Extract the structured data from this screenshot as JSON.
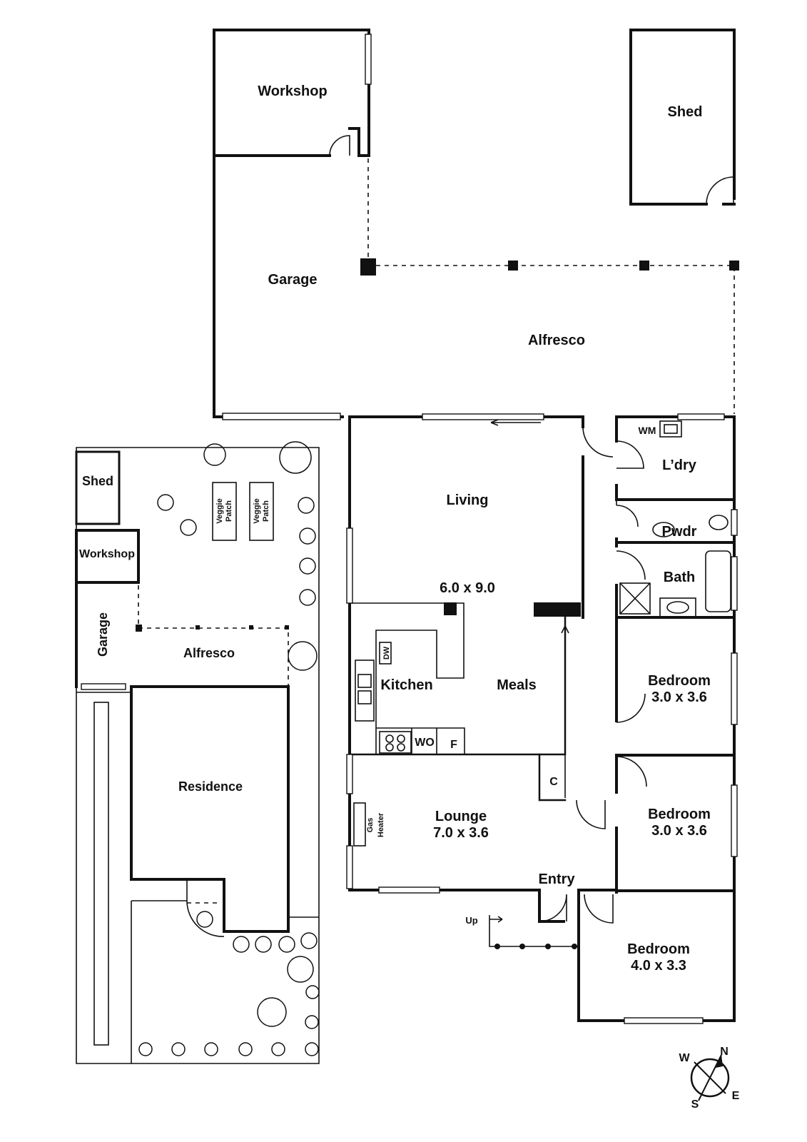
{
  "rooms": {
    "workshop": "Workshop",
    "shed": "Shed",
    "garage": "Garage",
    "alfresco": "Alfresco",
    "living": "Living",
    "living_dims": "6.0 x 9.0",
    "laundry": "L’dry",
    "wm": "WM",
    "powder": "Pwdr",
    "bath": "Bath",
    "kitchen": "Kitchen",
    "dw": "DW",
    "wo": "WO",
    "fridge": "F",
    "meals": "Meals",
    "bedroom1": "Bedroom",
    "bedroom1_dims": "3.0 x 3.6",
    "bedroom2": "Bedroom",
    "bedroom2_dims": "3.0 x 3.6",
    "bedroom3": "Bedroom",
    "bedroom3_dims": "4.0 x 3.3",
    "cupboard": "C",
    "lounge": "Lounge",
    "lounge_dims": "7.0 x 3.6",
    "gas_heater_1": "Gas",
    "gas_heater_2": "Heater",
    "entry": "Entry",
    "up": "Up"
  },
  "site": {
    "shed": "Shed",
    "workshop": "Workshop",
    "garage": "Garage",
    "alfresco": "Alfresco",
    "residence": "Residence",
    "veggie_1a": "Veggie",
    "veggie_1b": "Patch",
    "veggie_2a": "Veggie",
    "veggie_2b": "Patch"
  },
  "compass": {
    "n": "N",
    "s": "S",
    "e": "E",
    "w": "W"
  }
}
